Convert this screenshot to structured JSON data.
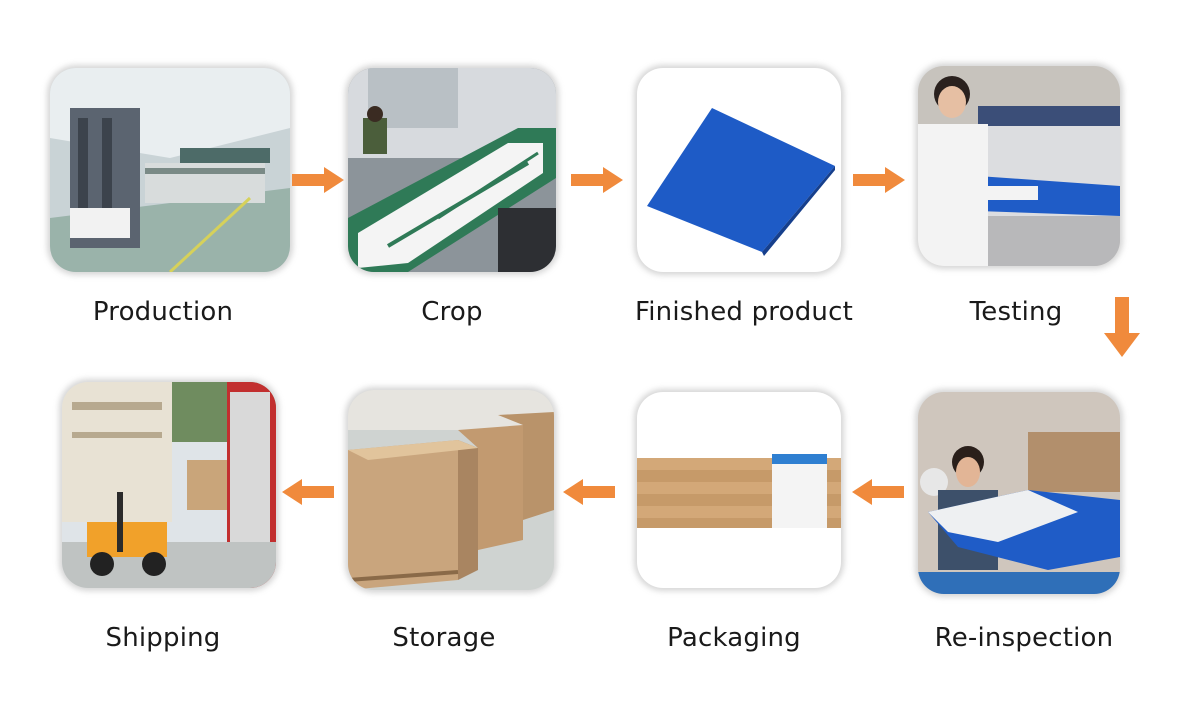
{
  "steps": [
    {
      "label": "Production",
      "image": "factory-production-line-photo"
    },
    {
      "label": "Crop",
      "image": "conveyor-cutting-photo"
    },
    {
      "label": "Finished product",
      "image": "blue-plate-photo"
    },
    {
      "label": "Testing",
      "image": "worker-testing-photo"
    },
    {
      "label": "Re-inspection",
      "image": "worker-inspecting-plate-photo"
    },
    {
      "label": "Packaging",
      "image": "packaged-boxes-photo"
    },
    {
      "label": "Storage",
      "image": "warehouse-pallets-photo"
    },
    {
      "label": "Shipping",
      "image": "forklift-truck-photo"
    }
  ],
  "colors": {
    "arrow": "#f08a3c",
    "plate_blue": "#1e5bc6",
    "label": "#1a1a1a"
  }
}
